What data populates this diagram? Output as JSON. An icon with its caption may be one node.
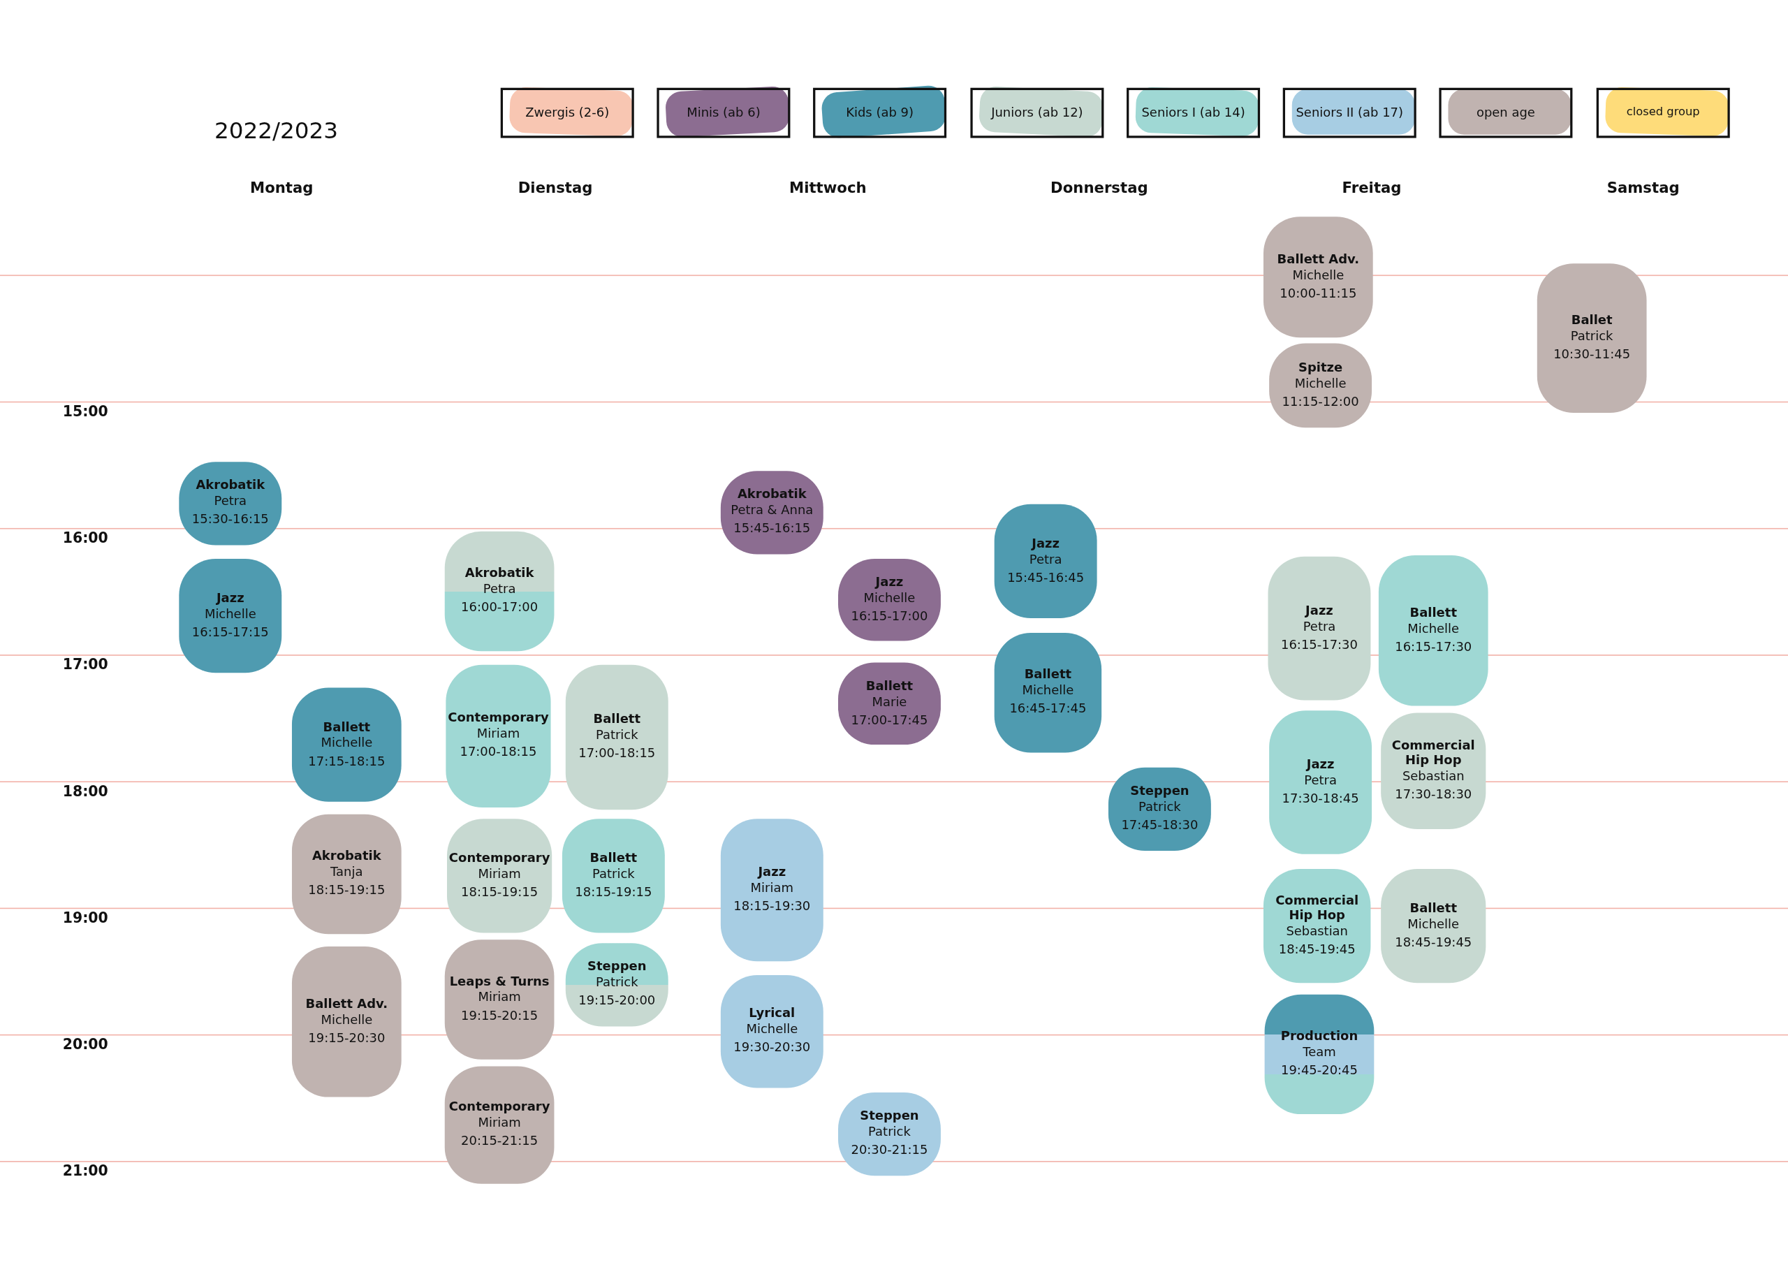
{
  "diagram": {
    "nodes": [
      {
        "text": [
          "Akrobatik",
          "Petra",
          "15:30-16:15"
        ]
      },
      {
        "text": [
          "Jazz",
          "Michelle",
          "16:15-17:15"
        ]
      },
      {
        "text": [
          "Ballett",
          "Michelle",
          "17:15-18:15"
        ]
      },
      {
        "text": [
          "Akrobatik",
          "Tanja",
          "18:15-19:15"
        ]
      },
      {
        "text": [
          "Ballett Adv.",
          "Michelle",
          "19:15-20:30"
        ]
      },
      {
        "text": [
          "Akrobatik",
          "Petra",
          "16:00-17:00"
        ]
      },
      {
        "text": [
          "Contemporary",
          "Miriam",
          "17:00-18:15"
        ]
      },
      {
        "text": [
          "Ballett",
          "Patrick",
          "17:00-18:15"
        ]
      },
      {
        "text": [
          "Contemporary",
          "Miriam",
          "18:15-19:15"
        ]
      },
      {
        "text": [
          "Ballett",
          "Patrick",
          "18:15-19:15"
        ]
      },
      {
        "text": [
          "Leaps & Turns",
          "Miriam",
          "19:15-20:15"
        ]
      },
      {
        "text": [
          "Steppen",
          "Patrick",
          "19:15-20:00"
        ]
      },
      {
        "text": [
          "Contemporary",
          "Miriam",
          "20:15-21:15"
        ]
      },
      {
        "text": [
          "Akrobatik",
          "Petra & Anna",
          "15:45-16:15"
        ]
      },
      {
        "text": [
          "Jazz",
          "Michelle",
          "16:15-17:00"
        ]
      },
      {
        "text": [
          "Ballett",
          "Marie",
          "17:00-17:45"
        ]
      },
      {
        "text": [
          "Jazz",
          "Miriam",
          "18:15-19:30"
        ]
      },
      {
        "text": [
          "Lyrical",
          "Michelle",
          "19:30-20:30"
        ]
      },
      {
        "text": [
          "Steppen",
          "Patrick",
          "20:30-21:15"
        ]
      },
      {
        "text": [
          "Jazz",
          "Petra",
          "15:45-16:45"
        ]
      },
      {
        "text": [
          "Ballett",
          "Michelle",
          "16:45-17:45"
        ]
      },
      {
        "text": [
          "Steppen",
          "Patrick",
          "17:45-18:30"
        ]
      },
      {
        "text": [
          "Ballett Adv.",
          "Michelle",
          "10:00-11:15"
        ]
      },
      {
        "text": [
          "Spitze",
          "Michelle",
          "11:15-12:00"
        ]
      },
      {
        "text": [
          "Jazz",
          "Petra",
          "16:15-17:30"
        ]
      },
      {
        "text": [
          "Ballett",
          "Michelle",
          "16:15-17:30"
        ]
      },
      {
        "text": [
          "Jazz",
          "Petra",
          "17:30-18:45"
        ]
      },
      {
        "text": [
          "Commercial Hip Hop",
          "Sebastian",
          "17:30-18:30"
        ]
      },
      {
        "text": [
          "Commercial Hip Hop",
          "Sebastian",
          "18:45-19:45"
        ]
      },
      {
        "text": [
          "Ballett",
          "Michelle",
          "18:45-19:45"
        ]
      },
      {
        "text": [
          "Production",
          "Team",
          "19:45-20:45"
        ]
      },
      {
        "text": [
          "Ballet",
          "Patrick",
          "10:30-11:45"
        ]
      }
    ],
    "labels": [
      "2022/2023",
      "Montag",
      "Dienstag",
      "Mittwoch",
      "Donnerstag",
      "Freitag",
      "Samstag",
      "15:00",
      "16:00",
      "17:00",
      "18:00",
      "19:00",
      "20:00",
      "21:00"
    ],
    "legend": [
      {
        "text": "Zwergis (2-6)",
        "color": "#f8c6b2"
      },
      {
        "text": "Minis (ab 6)",
        "color": "#8c6d91"
      },
      {
        "text": "Kids (ab 9)",
        "color": "#4f9bb0"
      },
      {
        "text": "Juniors (ab 12)",
        "color": "#c7d9d1"
      },
      {
        "text": "Seniors I (ab 14)",
        "color": "#9fd8d4"
      },
      {
        "text": "Seniors II (ab 17)",
        "color": "#a7cde3"
      },
      {
        "text": "open age",
        "color": "#c0b3b0"
      },
      {
        "text": "closed group",
        "color": "#fedc7a"
      }
    ]
  }
}
